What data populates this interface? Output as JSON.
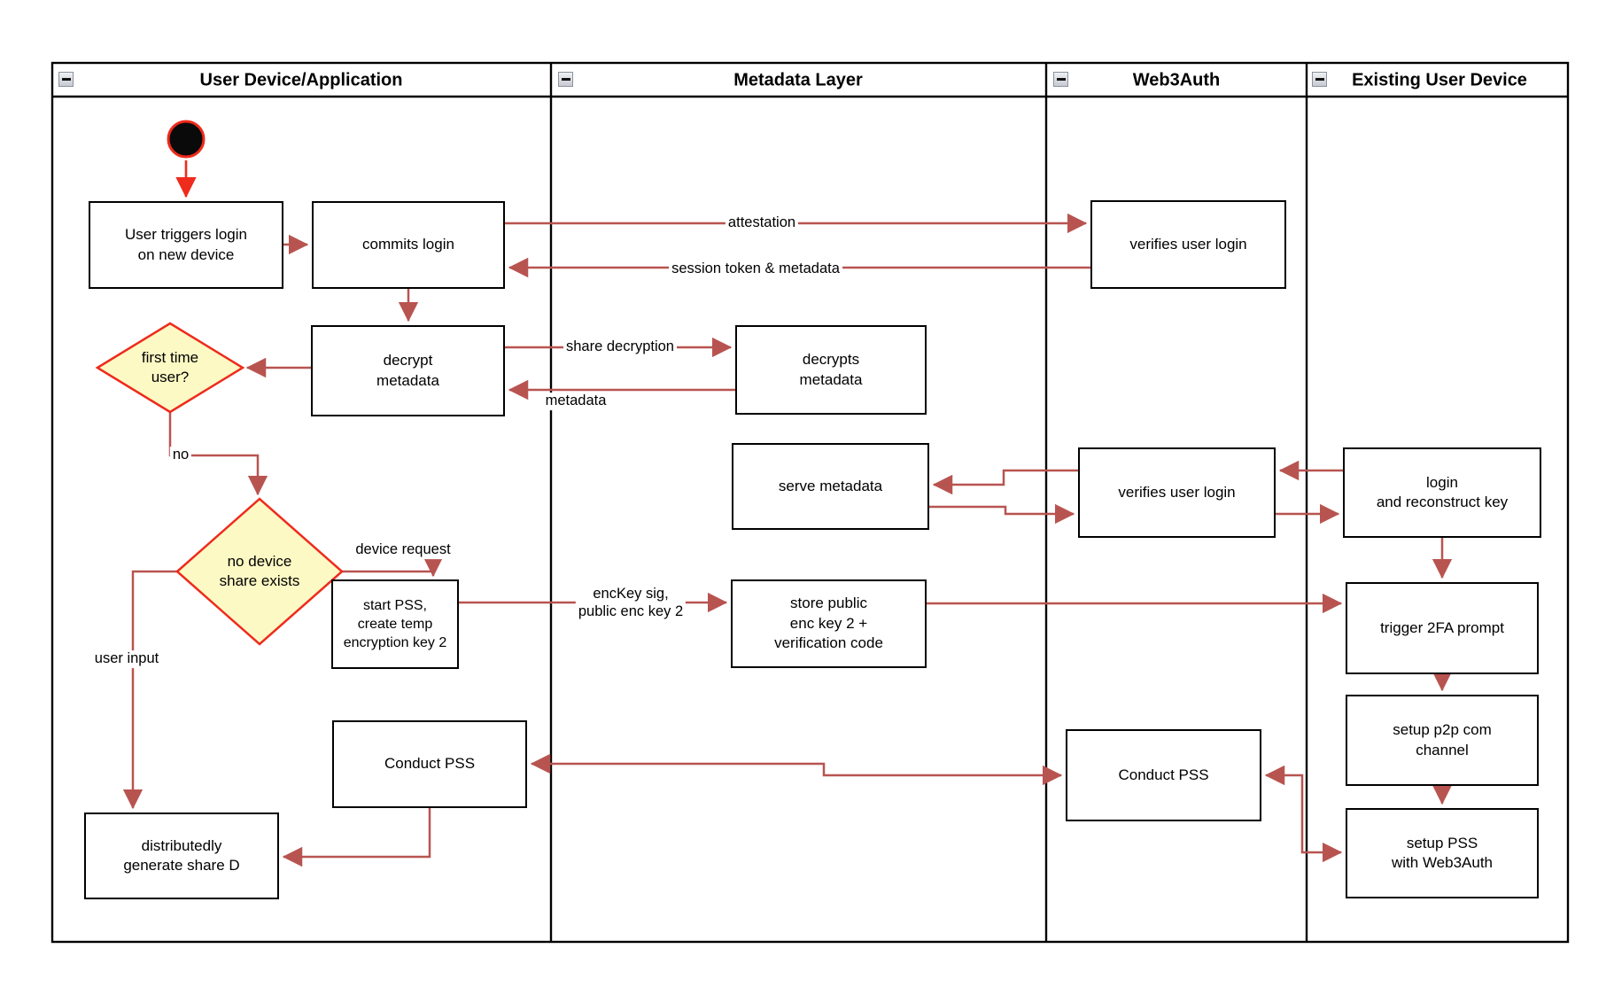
{
  "lanes": [
    {
      "title": "User Device/Application"
    },
    {
      "title": "Metadata Layer"
    },
    {
      "title": "Web3Auth"
    },
    {
      "title": "Existing User Device"
    }
  ],
  "nodes": {
    "start": {
      "type": "initial-node"
    },
    "user_triggers": {
      "label": "User triggers login\non new device"
    },
    "commits_login": {
      "label": "commits login"
    },
    "verifies_login_1": {
      "label": "verifies user login"
    },
    "decrypt_metadata": {
      "label": "decrypt\nmetadata"
    },
    "first_time_user": {
      "label": "first time\nuser?",
      "type": "decision"
    },
    "decrypts_metadata": {
      "label": "decrypts\nmetadata"
    },
    "serve_metadata": {
      "label": "serve metadata"
    },
    "verifies_login_2": {
      "label": "verifies user login"
    },
    "login_reconstruct": {
      "label": "login\nand reconstruct key"
    },
    "no_device_share": {
      "label": "no device\nshare exists",
      "type": "decision"
    },
    "start_pss": {
      "label": "start PSS,\ncreate temp\nencryption key 2"
    },
    "store_public": {
      "label": "store public\nenc key 2 +\nverification code"
    },
    "trigger_2fa": {
      "label": "trigger 2FA prompt"
    },
    "setup_p2p": {
      "label": "setup p2p com\nchannel"
    },
    "setup_pss": {
      "label": "setup PSS\nwith Web3Auth"
    },
    "conduct_pss_device": {
      "label": "Conduct PSS"
    },
    "conduct_pss_web3": {
      "label": "Conduct PSS"
    },
    "generate_share_d": {
      "label": "distributedly\ngenerate share D"
    }
  },
  "edge_labels": {
    "attestation": "attestation",
    "session_token": "session token & metadata",
    "share_decryption": "share decryption",
    "metadata": "metadata",
    "no": "no",
    "device_request": "device request",
    "enc_key": "encKey sig,\npublic enc key 2",
    "user_input": "user input"
  },
  "connections": [
    "start -> user_triggers",
    "user_triggers -> commits_login",
    "commits_login -> verifies_login_1 (attestation)",
    "verifies_login_1 -> commits_login (session token & metadata)",
    "commits_login -> decrypt_metadata",
    "decrypt_metadata -> first_time_user",
    "decrypt_metadata -> decrypts_metadata (share decryption)",
    "decrypts_metadata -> decrypt_metadata (metadata)",
    "first_time_user -> no_device_share (no)",
    "no_device_share -> start_pss (device request)",
    "no_device_share -> generate_share_d (user input)",
    "start_pss -> store_public (encKey sig, public enc key 2)",
    "store_public -> trigger_2fa",
    "login_reconstruct -> verifies_login_2",
    "verifies_login_2 -> serve_metadata",
    "serve_metadata -> verifies_login_2",
    "verifies_login_2 -> login_reconstruct",
    "login_reconstruct -> trigger_2fa",
    "trigger_2fa -> setup_p2p",
    "setup_p2p -> setup_pss",
    "setup_pss <-> conduct_pss_web3",
    "conduct_pss_device <-> conduct_pss_web3",
    "conduct_pss_device -> generate_share_d"
  ],
  "colors": {
    "connector": "#b85450",
    "accent_red": "#ee2b1c",
    "decision_fill": "#fdf9c4",
    "shape_stroke": "#000000"
  }
}
